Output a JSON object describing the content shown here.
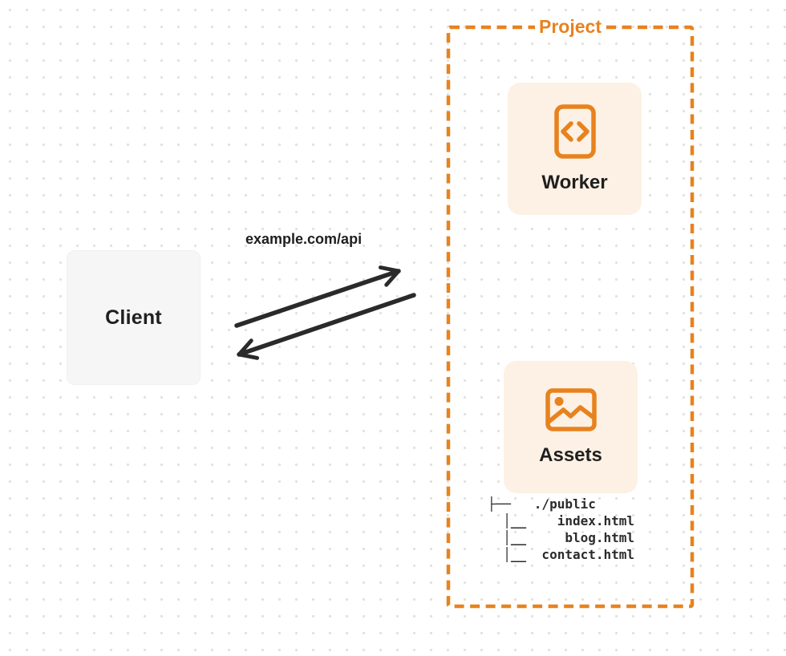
{
  "canvas": {
    "background_color": "#FFFFFF",
    "dot_color": "#E2E2E2",
    "arrow_color": "#2A2A2A",
    "text_color": "#1F1F1F"
  },
  "client": {
    "label": "Client",
    "box_color": "#F6F6F6"
  },
  "connection": {
    "label": "example.com/api",
    "arrows": [
      "request-arrow-to-project",
      "response-arrow-to-client"
    ]
  },
  "project": {
    "label": "Project",
    "accent_color": "#E8821E",
    "card_color": "#FCF1E4",
    "nodes": [
      {
        "label": "Worker",
        "icon": "code-file-icon"
      },
      {
        "label": "Assets",
        "icon": "image-icon"
      }
    ],
    "file_tree": {
      "lines": [
        "├──   ./public",
        "  │__    index.html",
        "  │__     blog.html",
        "  │__  contact.html"
      ]
    }
  }
}
